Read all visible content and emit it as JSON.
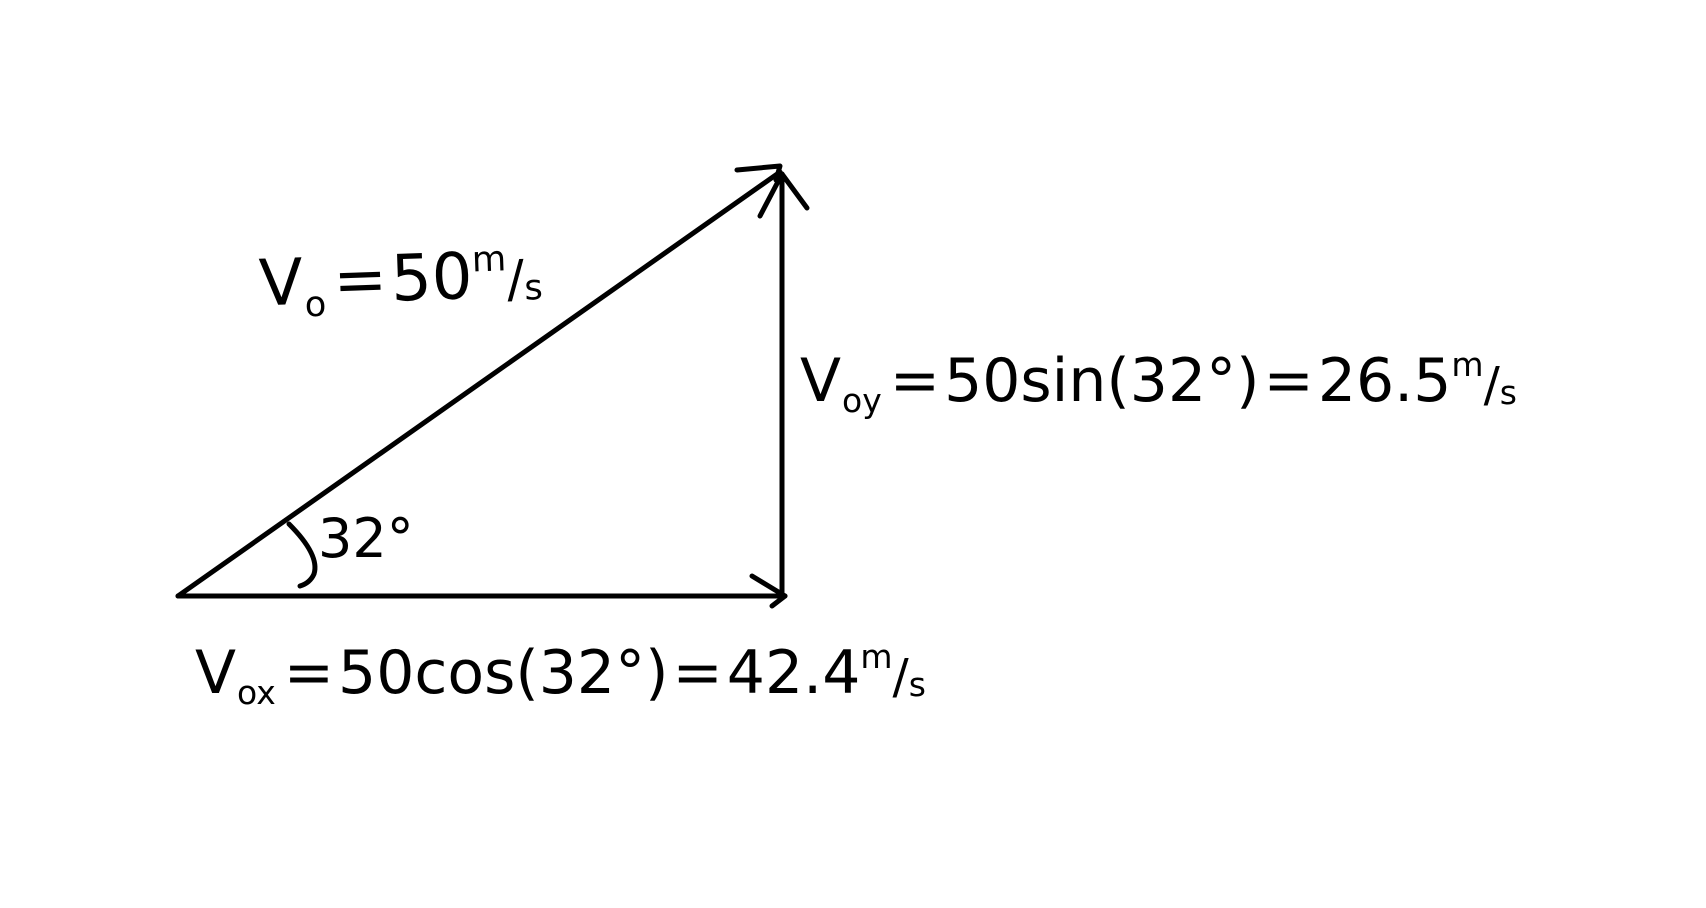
{
  "diagram": {
    "angle_label": "32°",
    "resultant": {
      "symbol": "V",
      "subscript": "o",
      "equals": "=",
      "value": "50",
      "unit_m": "m",
      "unit_slash": "/",
      "unit_s": "s"
    },
    "vertical_component": {
      "symbol": "V",
      "subscript": "oy",
      "equals": "=",
      "expression": "50sin(32°)",
      "equals2": "=",
      "value": "26.5",
      "unit_m": "m",
      "unit_slash": "/",
      "unit_s": "s"
    },
    "horizontal_component": {
      "symbol": "V",
      "subscript": "ox",
      "equals": "=",
      "expression": "50cos(32°)",
      "equals2": "=",
      "value": "42.4",
      "unit_m": "m",
      "unit_slash": "/",
      "unit_s": "s"
    },
    "stroke_color": "#000000",
    "background_color": "#ffffff"
  }
}
